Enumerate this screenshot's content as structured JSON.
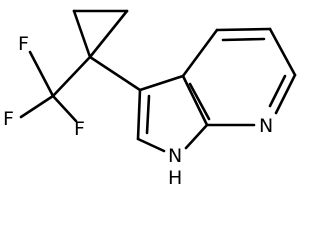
{
  "molecule": {
    "atoms": {
      "f_top": "F",
      "f_left": "F",
      "f_bottom": "F",
      "n_pyridine": "N",
      "nh_pyrrole": "H",
      "nh_pyrrole_n": "N"
    }
  }
}
